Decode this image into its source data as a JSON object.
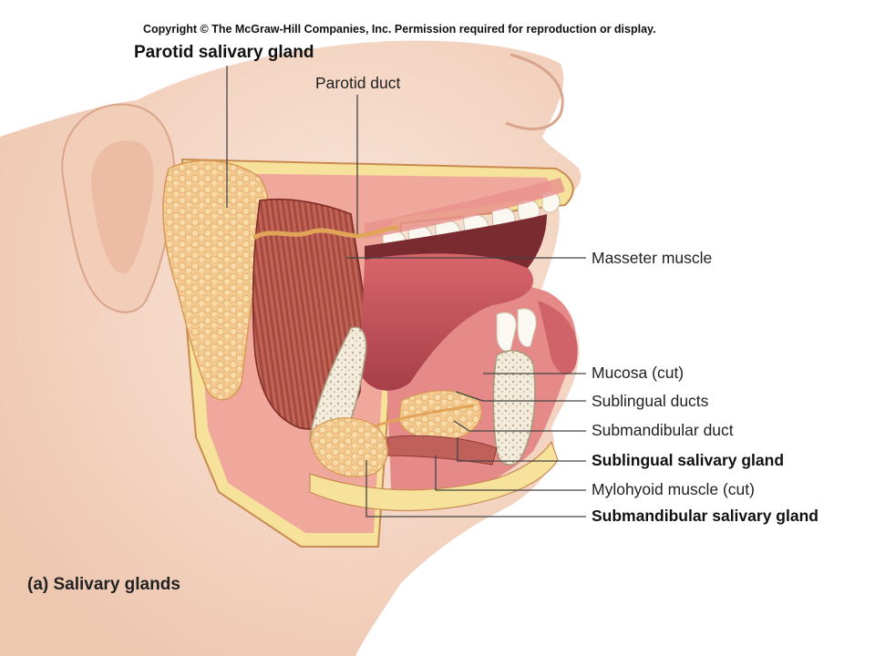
{
  "copyright": "Copyright © The McGraw-Hill Companies, Inc. Permission required for reproduction or display.",
  "labels": {
    "parotid_gland": "Parotid salivary gland",
    "parotid_duct": "Parotid duct",
    "masseter": "Masseter muscle",
    "mucosa": "Mucosa (cut)",
    "sublingual_ducts": "Sublingual ducts",
    "submandibular_duct": "Submandibular duct",
    "sublingual_gland": "Sublingual salivary gland",
    "mylohyoid": "Mylohyoid muscle (cut)",
    "submandibular_gland": "Submandibular salivary gland"
  },
  "caption": "(a) Salivary glands",
  "colors": {
    "skin": "#f6dccb",
    "skin_shadow": "#e9c2ab",
    "gland": "#f2c98e",
    "muscle": "#b8584c",
    "tongue": "#c8545c",
    "mucosa": "#e58a88",
    "fat_yellow": "#f6e29a",
    "bone": "#f1ead8",
    "leader": "#444444"
  }
}
